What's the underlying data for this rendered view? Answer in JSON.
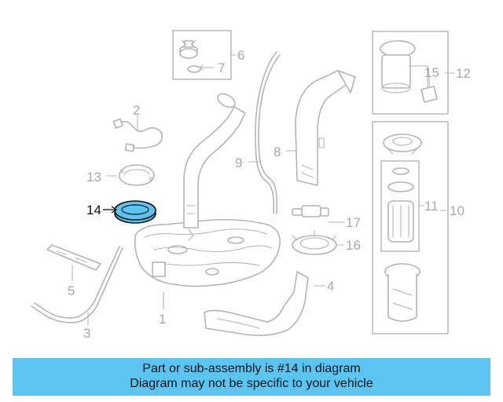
{
  "diagram": {
    "callouts": [
      "1",
      "2",
      "3",
      "4",
      "5",
      "6",
      "7",
      "8",
      "9",
      "10",
      "11",
      "12",
      "13",
      "14",
      "15",
      "16",
      "17"
    ],
    "highlighted_part": "14",
    "highlight_color": "#5bc5f2",
    "line_color": "#b4b4b4"
  },
  "banner": {
    "line1": "Part or sub-assembly is #14 in diagram",
    "line2": "Diagram may not be specific to your vehicle",
    "background": "#5bc5f2"
  }
}
